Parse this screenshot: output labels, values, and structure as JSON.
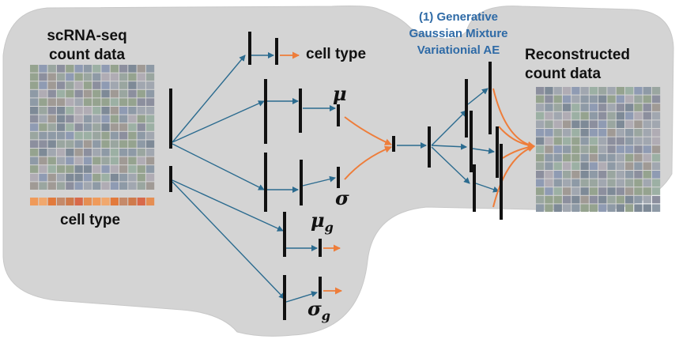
{
  "input": {
    "title_line1": "scRNA-seq",
    "title_line2": "count data",
    "celltype_label": "cell type"
  },
  "model_title": {
    "line1": "(1) Generative",
    "line2": "Gaussian Mixture",
    "line3": "Variationial AE"
  },
  "heads": {
    "celltype_label": "cell type",
    "mu": "μ",
    "sigma": "σ",
    "mu_g_base": "μ",
    "mu_g_sub": "g",
    "sigma_g_base": "σ",
    "sigma_g_sub": "g"
  },
  "output": {
    "title_line1": "Reconstructed",
    "title_line2": "count data"
  },
  "colors": {
    "background_blob": "#d4d4d4",
    "arrow_blue": "#2b6b8f",
    "arrow_orange": "#ee7d3a",
    "layer_bar": "#111111",
    "model_title": "#2e6aa6",
    "heatmap_palette": [
      "#8e9aa6",
      "#9aa6a0",
      "#8c8f9e",
      "#a1a7b0",
      "#95a38f",
      "#8f9bb3",
      "#a09a95",
      "#7e8a97",
      "#9cb0a4",
      "#b0acb4"
    ],
    "celltype_palette": [
      "#e27a3c",
      "#ef9a5a",
      "#d8694a",
      "#c58a6a",
      "#f0a86e",
      "#e58e53",
      "#cf7a4c"
    ]
  }
}
